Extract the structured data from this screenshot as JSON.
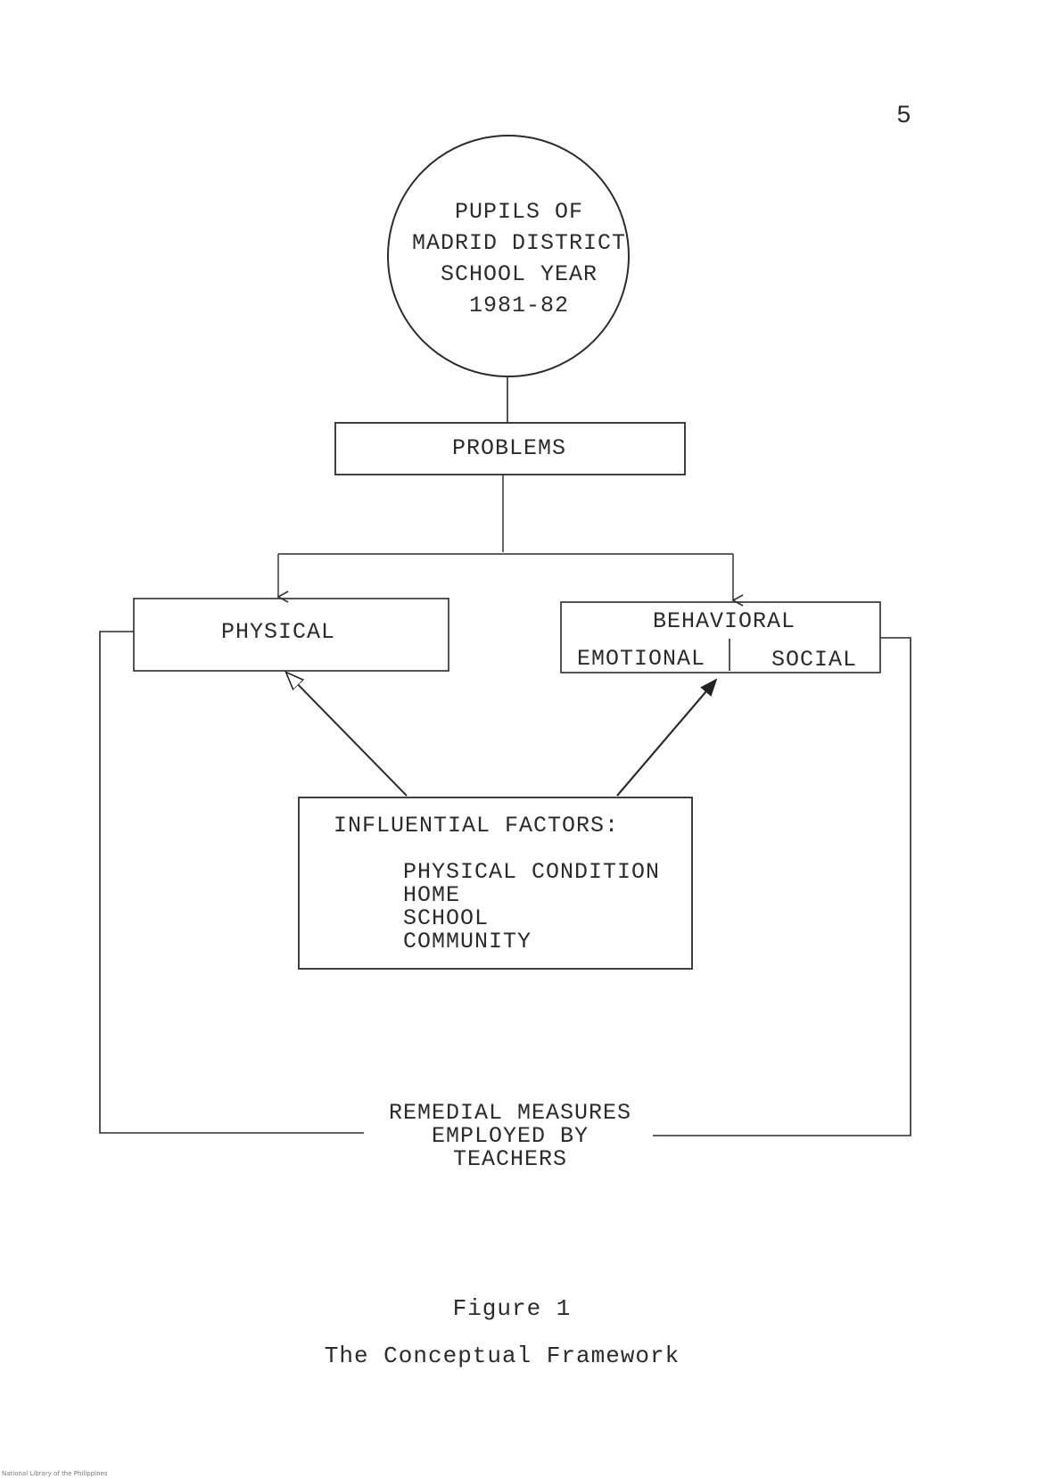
{
  "page_number": "5",
  "diagram": {
    "top_node": [
      "PUPILS OF",
      "MADRID DISTRICT",
      "SCHOOL YEAR",
      "1981-82"
    ],
    "problems_label": "PROBLEMS",
    "physical_label": "PHYSICAL",
    "behavioral": {
      "title": "BEHAVIORAL",
      "left": "EMOTIONAL",
      "right": "SOCIAL"
    },
    "influential": {
      "title": "INFLUENTIAL FACTORS:",
      "items": [
        "PHYSICAL CONDITION",
        "HOME",
        "SCHOOL",
        "COMMUNITY"
      ]
    },
    "remedial": [
      "REMEDIAL MEASURES",
      "EMPLOYED BY",
      "TEACHERS"
    ]
  },
  "caption": {
    "figure": "Figure 1",
    "title": "The Conceptual Framework"
  },
  "footer": "National Library of the Philippines"
}
